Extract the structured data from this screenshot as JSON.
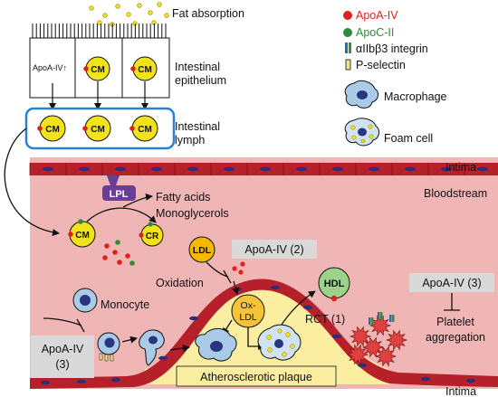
{
  "top_labels": {
    "fat_absorption": "Fat absorption",
    "apoa4_up": "ApoA-IV↑",
    "intestinal_epithelium_line1": "Intestinal",
    "intestinal_epithelium_line2": "epithelium",
    "intestinal_lymph_line1": "Intestinal",
    "intestinal_lymph_line2": "lymph",
    "cm": "CM"
  },
  "legend": {
    "items": [
      {
        "label": "ApoA-IV",
        "color": "#e0211b",
        "icon": "red-dot-icon"
      },
      {
        "label": "ApoC-II",
        "color": "#2e8b3a",
        "icon": "green-dot-icon"
      },
      {
        "label": "αIIbβ3 integrin",
        "color": "#2b6cb0",
        "icon": "integrin-icon"
      },
      {
        "label": "P-selectin",
        "color": "#f3e08a",
        "icon": "p-selectin-icon"
      },
      {
        "label": "Macrophage",
        "color": "#a9cbe8",
        "icon": "macrophage-icon"
      },
      {
        "label": "Foam cell",
        "color": "#cfe3f3",
        "icon": "foam-cell-icon"
      }
    ]
  },
  "vessel": {
    "intima_top": "Intima",
    "intima_bottom": "Intima",
    "bloodstream": "Bloodstream",
    "lpl": "LPL",
    "fatty_acids": "Fatty acids",
    "monoglycerols": "Monoglycerols",
    "cm": "CM",
    "cr": "CR",
    "ldl": "LDL",
    "apoa4_2": "ApoA-IV (2)",
    "oxidation": "Oxidation",
    "ox_ldl_line1": "Ox-",
    "ox_ldl_line2": "LDL",
    "hdl": "HDL",
    "rct": "RCT (1)",
    "monocyte": "Monocyte",
    "apoa4_3_left_line1": "ApoA-IV",
    "apoa4_3_left_line2": "(3)",
    "apoa4_3_right": "ApoA-IV (3)",
    "platelet_line1": "Platelet",
    "platelet_line2": "aggregation",
    "plaque": "Atherosclerotic plaque"
  },
  "colors": {
    "apoa4": "#e0211b",
    "apoc2": "#2e8b3a",
    "cm_fill": "#f2e21a",
    "vessel_wall": "#b5202a",
    "lumen": "#f0b6b6",
    "plaque": "#fbeea0",
    "lymph_border": "#2a7fd6",
    "grey_box": "#d9d9d9",
    "lpl": "#6a3d9a",
    "hdl": "#9bd38a"
  }
}
